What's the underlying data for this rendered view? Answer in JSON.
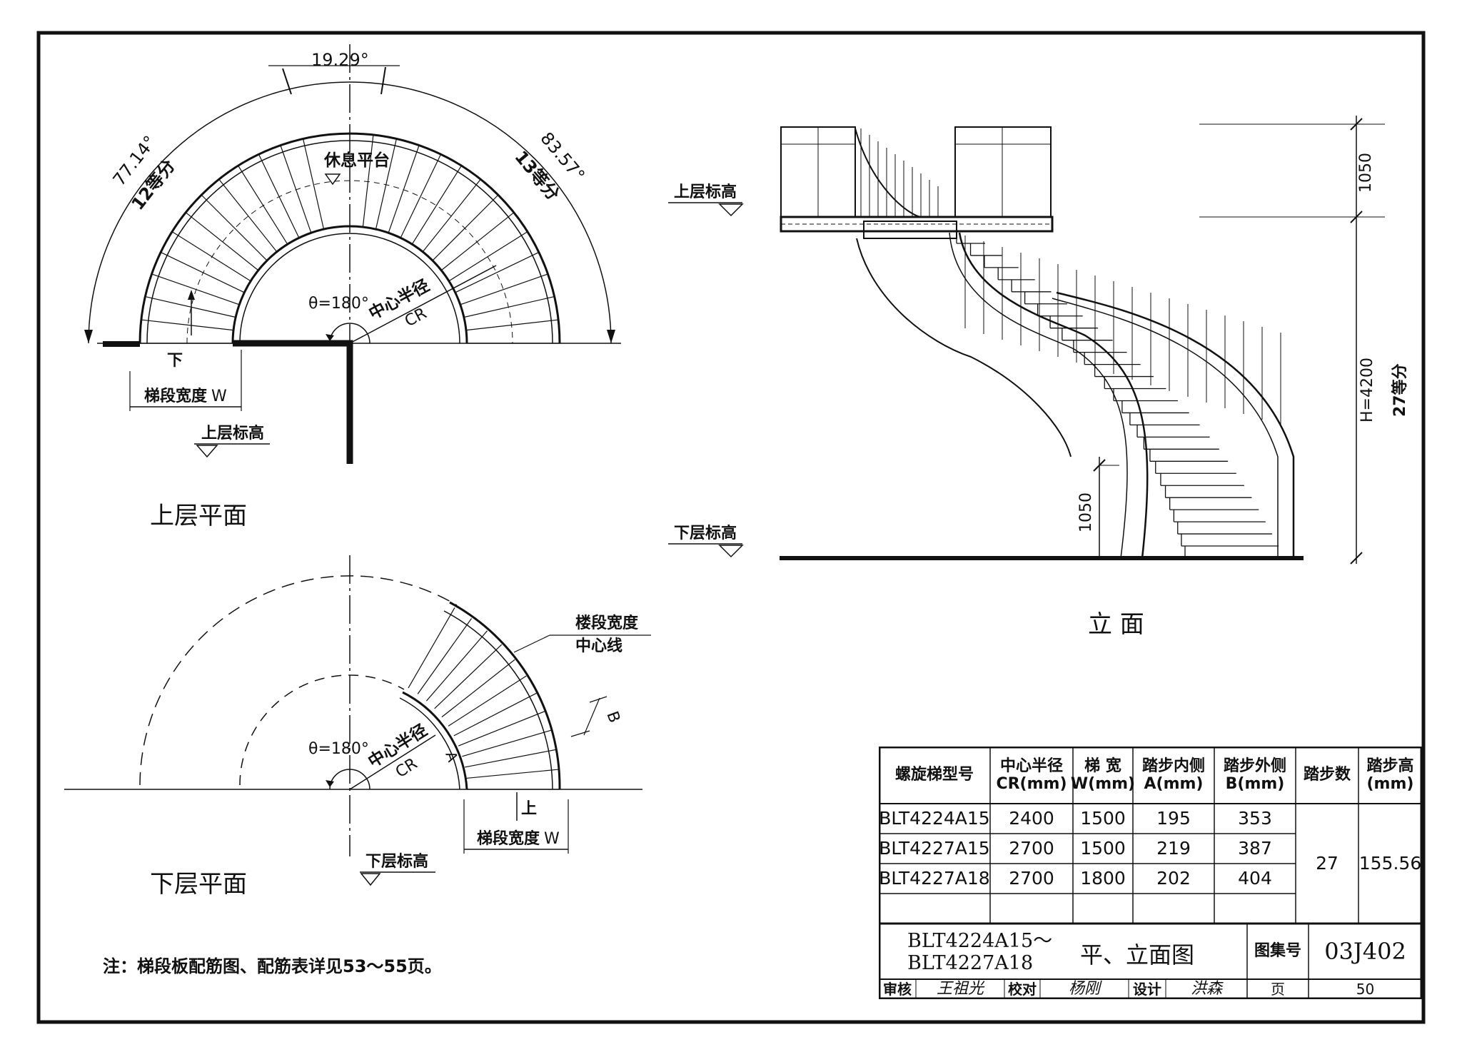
{
  "upper_plan": {
    "title": "上层平面",
    "angle_left": "77.14°",
    "div_left": "12等分",
    "angle_top": "19.29°",
    "angle_right": "83.57°",
    "div_right": "13等分",
    "landing": "休息平台",
    "theta": "θ=180°",
    "center_radius": "中心半径",
    "cr": "CR",
    "down": "下",
    "width_label": "梯段宽度",
    "width_symbol": "W",
    "level": "上层标高"
  },
  "lower_plan": {
    "title": "下层平面",
    "width_centerline": "楼段宽度",
    "centerline": "中心线",
    "b": "B",
    "a": "A",
    "theta": "θ=180°",
    "center_radius": "中心半径",
    "cr": "CR",
    "up": "上",
    "width_label": "梯段宽度",
    "width_symbol": "W",
    "level": "下层标高"
  },
  "elevation": {
    "title": "立 面",
    "upper_level": "上层标高",
    "lower_level": "下层标高",
    "dim_1050_top": "1050",
    "dim_h": "H=4200",
    "dim_steps": "27等分",
    "dim_1050_bottom": "1050"
  },
  "note": "注：梯段板配筋图、配筋表详见53～55页。",
  "table": {
    "headers": [
      "螺旋梯型号",
      "中心半径\nCR(mm)",
      "梯 宽\nW(mm)",
      "踏步内侧\nA(mm)",
      "踏步外侧\nB(mm)",
      "踏步数",
      "踏步高\n(mm)"
    ],
    "rows": [
      [
        "BLT4224A15",
        "2400",
        "1500",
        "195",
        "353"
      ],
      [
        "BLT4227A15",
        "2700",
        "1500",
        "219",
        "387"
      ],
      [
        "BLT4227A18",
        "2700",
        "1800",
        "202",
        "404"
      ]
    ],
    "steps_count": "27",
    "step_height": "155.56"
  },
  "title_block": {
    "drawing_title_line1": "BLT4224A15～",
    "drawing_title_line2": "BLT4227A18",
    "drawing_title_suffix": "平、立面图",
    "atlas_label": "图集号",
    "atlas_number": "03J402",
    "review_label": "审核",
    "review_signature": "王祖光",
    "check_label": "校对",
    "check_signature": "杨刚",
    "design_label": "设计",
    "design_signature": "洪森",
    "page_label": "页",
    "page_number": "50"
  }
}
